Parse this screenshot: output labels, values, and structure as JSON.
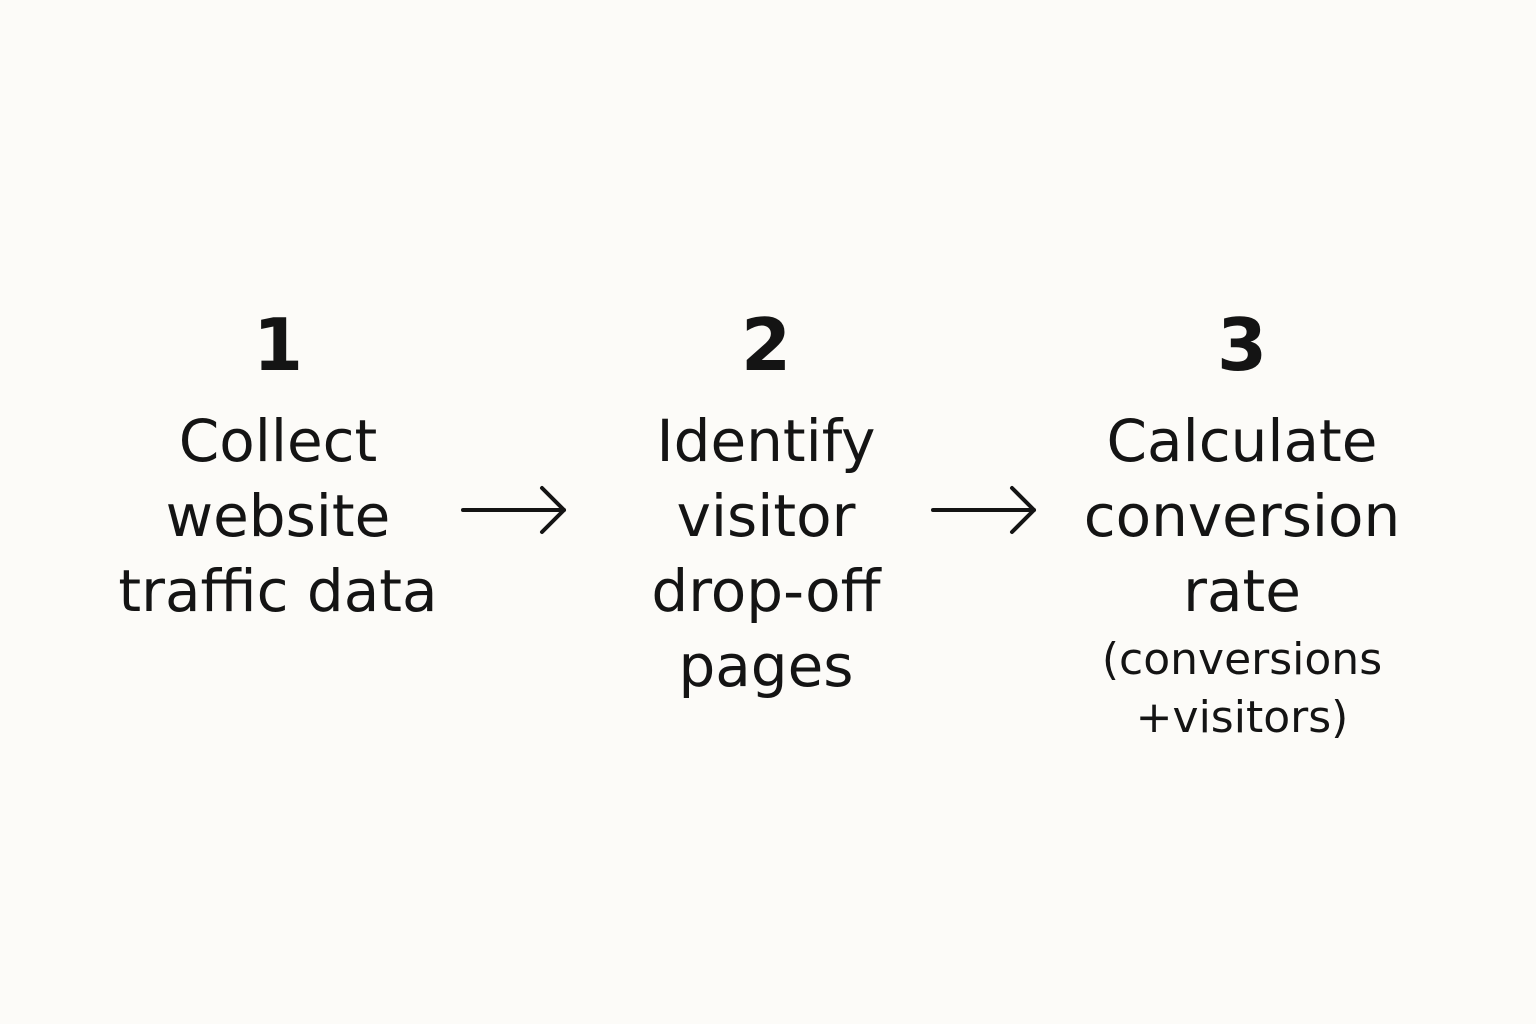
{
  "steps": [
    {
      "number": "1",
      "label_lines": [
        "Collect",
        "website",
        "traffic data"
      ]
    },
    {
      "number": "2",
      "label_lines": [
        "Identify",
        "visitor",
        "drop-off",
        "pages"
      ]
    },
    {
      "number": "3",
      "label_lines": [
        "Calculate",
        "conversion",
        "rate"
      ],
      "note_lines": [
        "(conversions",
        "+visitors)"
      ]
    }
  ],
  "arrow_icon": "right-arrow-icon",
  "colors": {
    "background": "#fcfbf8",
    "text": "#141414"
  }
}
